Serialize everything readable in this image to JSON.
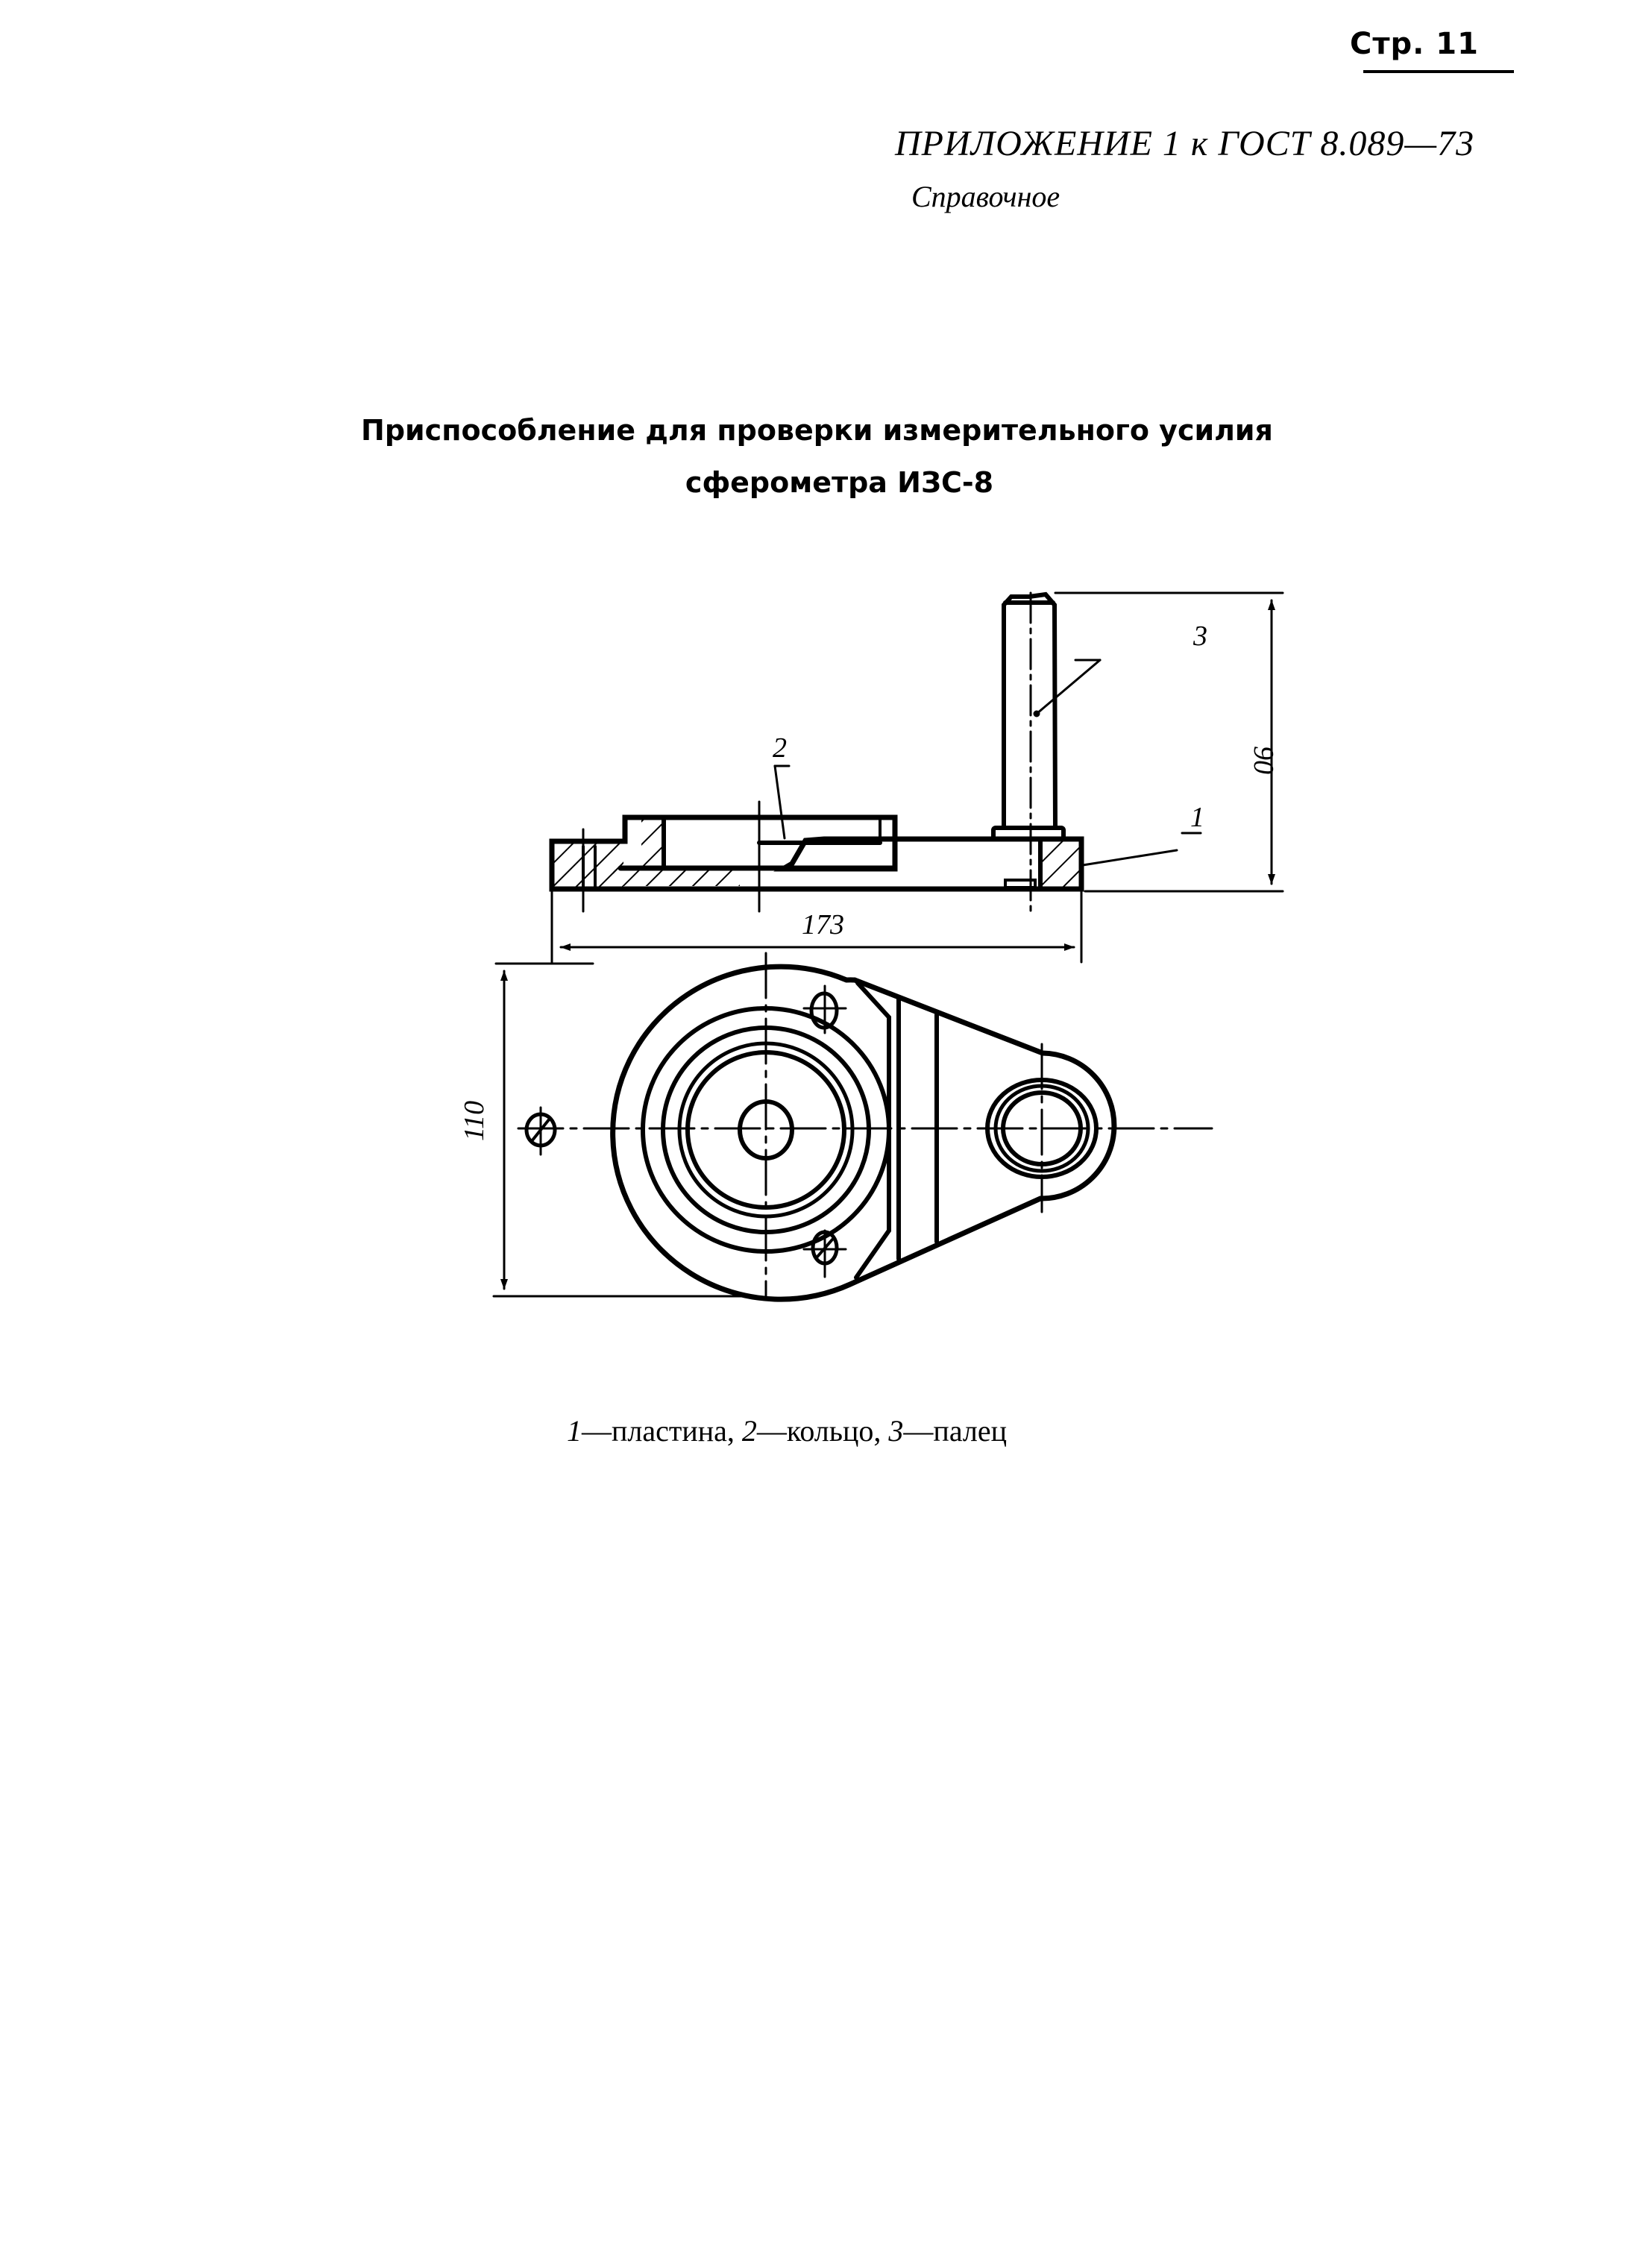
{
  "header": {
    "page_label": "Стр. 11",
    "appendix": "ПРИЛОЖЕНИЕ 1 к ГОСТ 8.089—73",
    "reference_type": "Справочное"
  },
  "figure": {
    "title_line1": "Приспособление для проверки измерительного усилия",
    "title_line2": "сферометра ИЗС-8",
    "dimensions": {
      "overall_length": "173",
      "overall_height": "90",
      "width": "110"
    },
    "callouts": [
      "1",
      "2",
      "3"
    ],
    "caption": {
      "items": [
        {
          "num": "1",
          "sep": "—",
          "name": "пластина"
        },
        {
          "num": "2",
          "sep": "—",
          "name": "кольцо"
        },
        {
          "num": "3",
          "sep": "—",
          "name": "палец"
        }
      ]
    }
  }
}
